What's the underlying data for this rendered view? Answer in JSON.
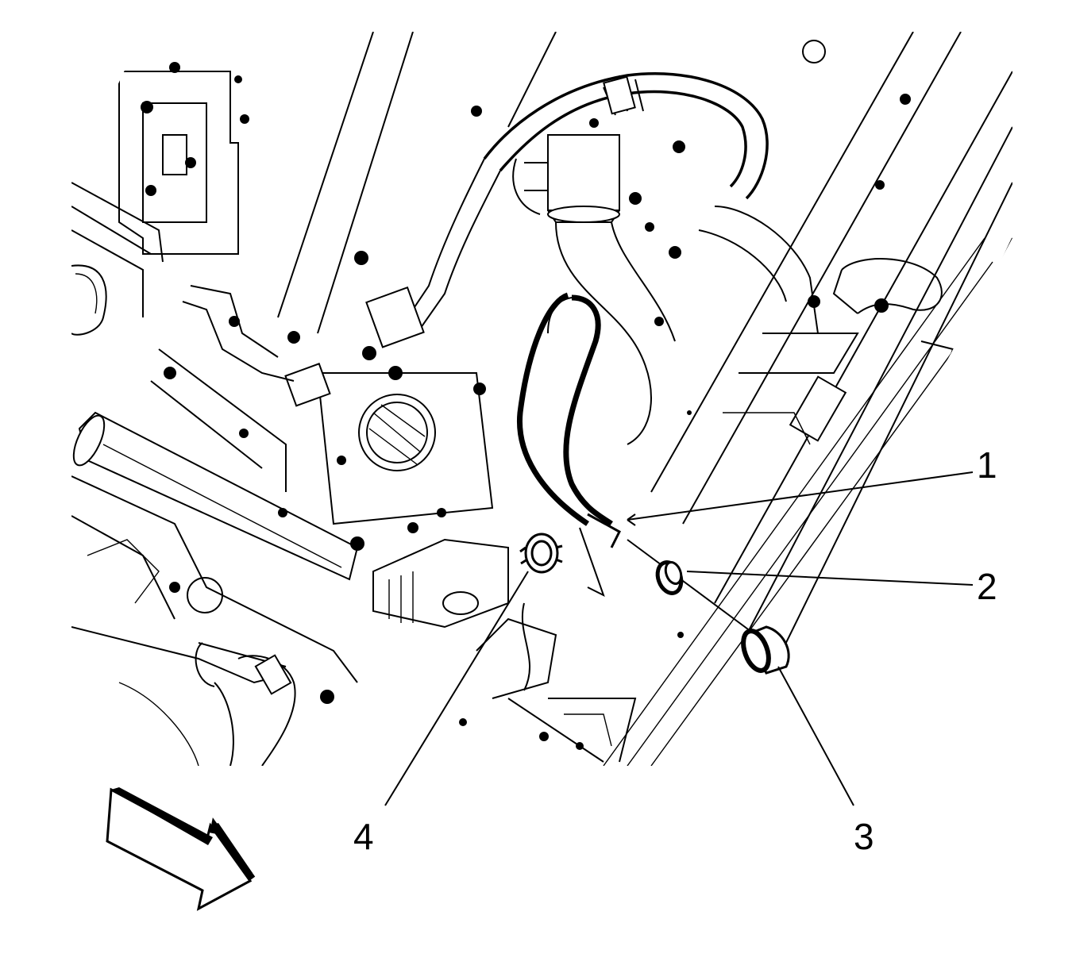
{
  "diagram": {
    "callouts": [
      {
        "id": "1",
        "label": "1"
      },
      {
        "id": "2",
        "label": "2"
      },
      {
        "id": "3",
        "label": "3"
      },
      {
        "id": "4",
        "label": "4"
      }
    ],
    "direction_arrow_icon": "front-direction-arrow-icon",
    "colors": {
      "ink": "#000000",
      "paper": "#ffffff"
    }
  }
}
